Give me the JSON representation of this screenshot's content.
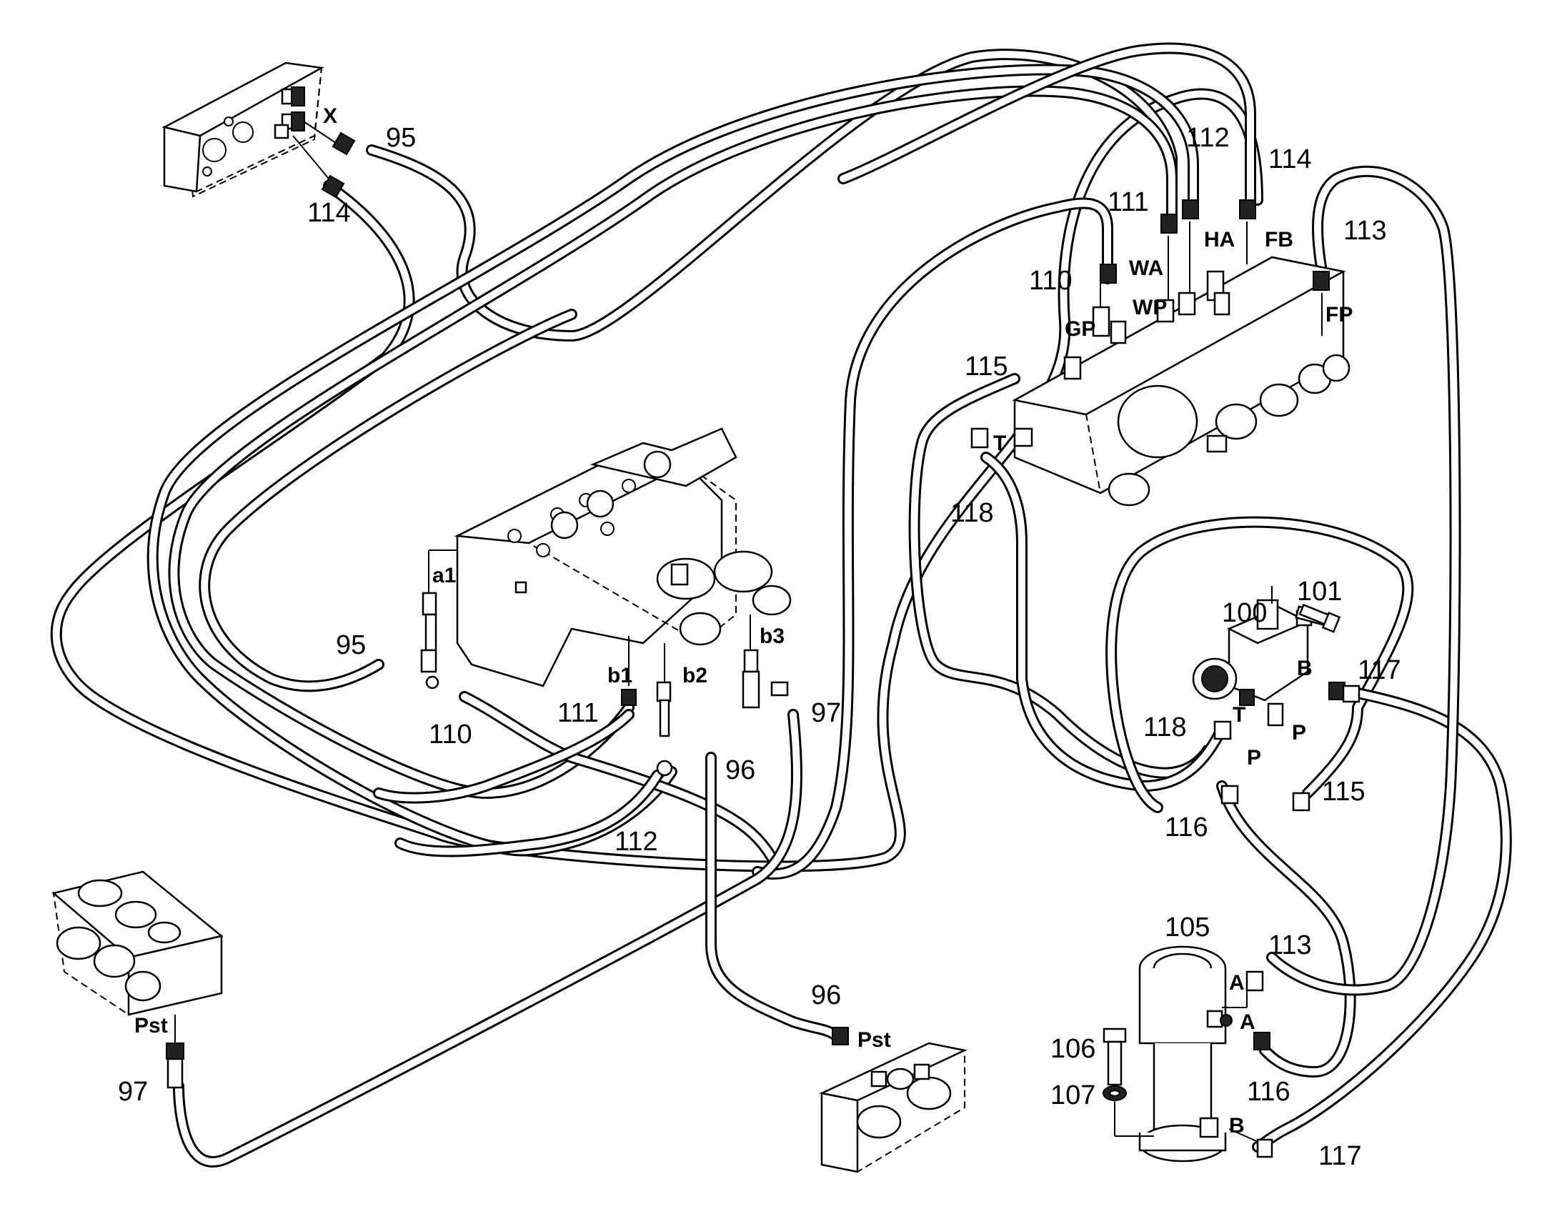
{
  "callouts": {
    "c95_top": "95",
    "c114_top": "114",
    "c95_left": "95",
    "c110_left": "110",
    "c111_left": "111",
    "c112_left": "112",
    "c96_mid": "96",
    "c97_mid": "97",
    "c96_low": "96",
    "c97_low": "97",
    "c111_top": "111",
    "c112_top": "112",
    "c114_right": "114",
    "c113_top": "113",
    "c110_right": "110",
    "c115_top": "115",
    "c118_top": "118",
    "c100": "100",
    "c101": "101",
    "c117_top": "117",
    "c118_mid": "118",
    "c115_mid": "115",
    "c116_mid": "116",
    "c105": "105",
    "c113_low": "113",
    "c106": "106",
    "c107": "107",
    "c116_low": "116",
    "c117_low": "117"
  },
  "ports": {
    "x": "X",
    "a1": "a1",
    "b1": "b1",
    "b2": "b2",
    "b3": "b3",
    "pst_left": "Pst",
    "pst_right": "Pst",
    "wa": "WA",
    "ha": "HA",
    "fb": "FB",
    "gp": "GP",
    "wp": "WP",
    "fp": "FP",
    "t_top": "T",
    "b_valve": "B",
    "t_valve": "T",
    "p_valve1": "P",
    "p_valve2": "P",
    "a_cyl1": "A",
    "a_cyl2": "A",
    "b_cyl": "B"
  },
  "colors": {
    "line": "#000000",
    "background": "#ffffff"
  }
}
